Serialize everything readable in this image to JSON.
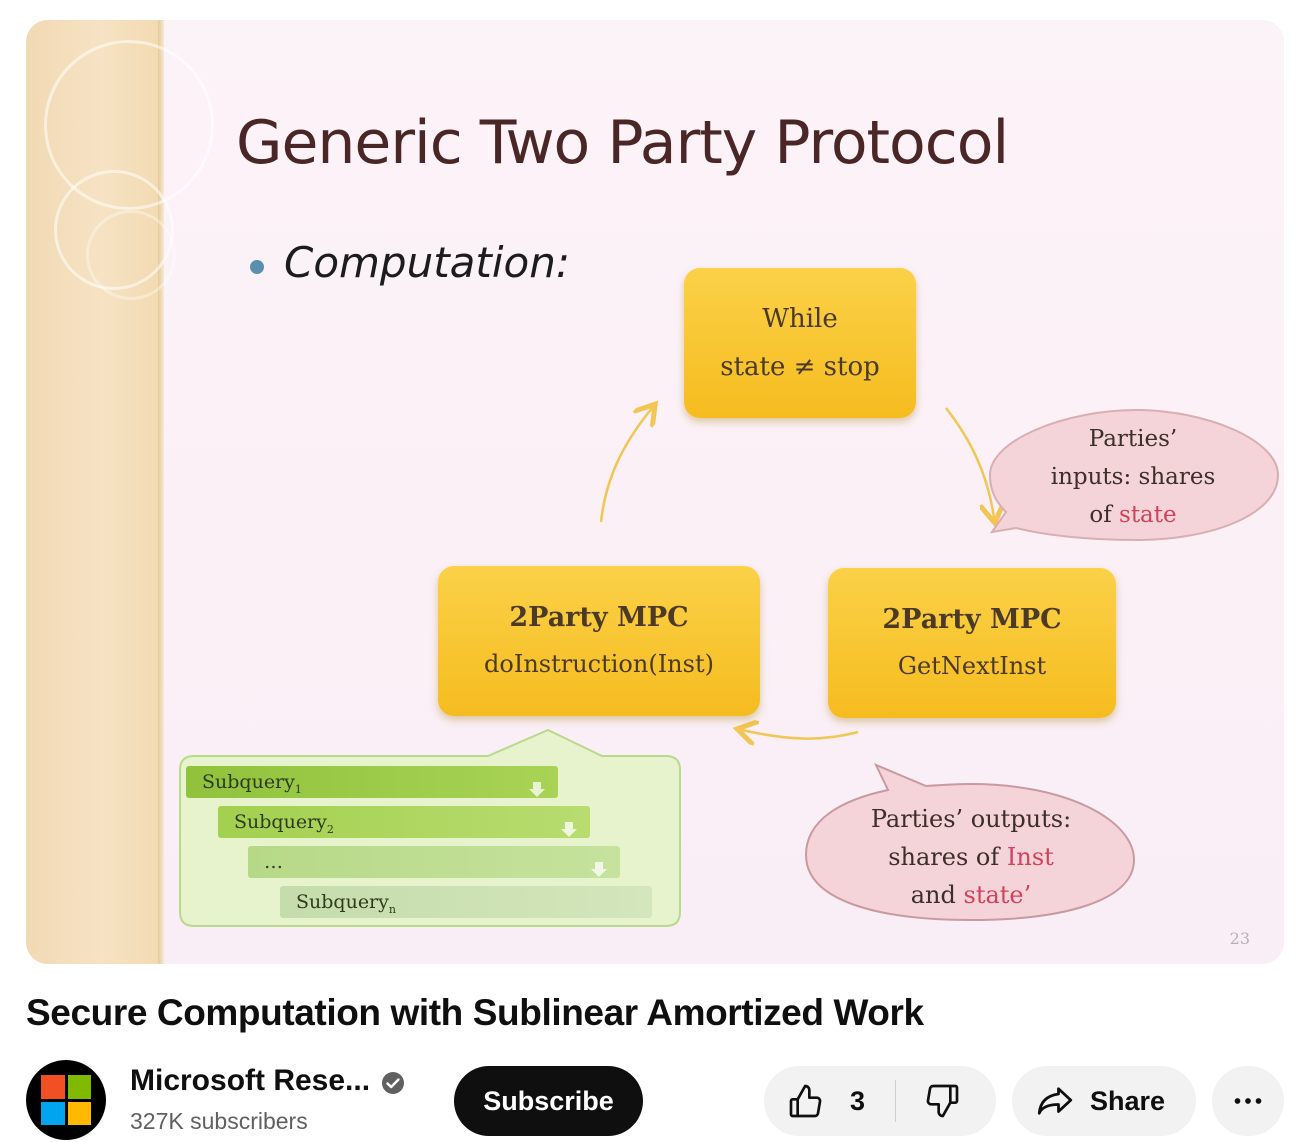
{
  "video": {
    "slide": {
      "title": "Generic Two Party Protocol",
      "bullet": "Computation:",
      "while_box": {
        "line1": "While",
        "line2": "state ≠ stop"
      },
      "left_box": {
        "line1": "2Party MPC",
        "line2": "doInstruction(Inst)"
      },
      "right_box": {
        "line1": "2Party MPC",
        "line2": "GetNextInst"
      },
      "inputs_bubble": {
        "line1": "Parties’",
        "line2": "inputs: shares",
        "line3_prefix": "of ",
        "line3_red": "state"
      },
      "outputs_bubble": {
        "line1": "Parties’ outputs:",
        "line2_prefix": "shares of ",
        "line2_red": "Inst",
        "line3_prefix": "and ",
        "line3_red": "state’"
      },
      "subqueries": [
        {
          "label": "Subquery",
          "sub": "1"
        },
        {
          "label": "Subquery",
          "sub": "2"
        },
        {
          "label": "…",
          "sub": ""
        },
        {
          "label": "Subquery",
          "sub": "n"
        }
      ],
      "slide_number": "23"
    }
  },
  "title": "Secure Computation with Sublinear Amortized Work",
  "channel": {
    "name": "Microsoft Rese...",
    "verified": true,
    "subscribers": "327K subscribers",
    "logo_colors": [
      "#f25022",
      "#7fba00",
      "#00a4ef",
      "#ffb900"
    ]
  },
  "actions": {
    "subscribe_label": "Subscribe",
    "like_count": "3",
    "share_label": "Share"
  },
  "icons": {
    "verified": "verified-check-icon",
    "like": "thumbs-up-icon",
    "dislike": "thumbs-down-icon",
    "share": "share-arrow-icon",
    "more": "more-horizontal-icon"
  }
}
